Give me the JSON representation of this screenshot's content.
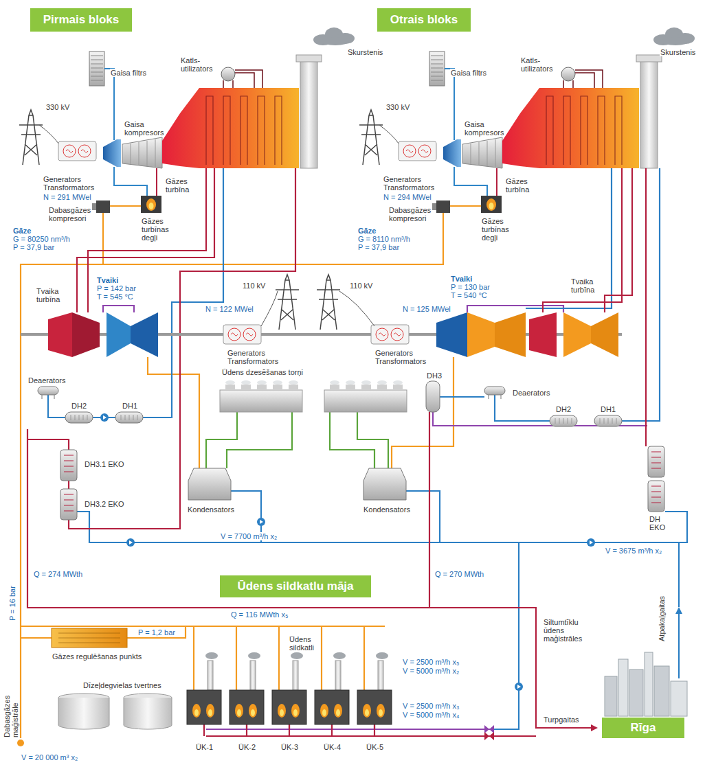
{
  "diagram": {
    "nodes": [
      {
        "text": [
          "Pirmais bloks"
        ]
      },
      {
        "text": [
          "Otrais bloks"
        ]
      },
      {
        "text": [
          "Ūdens sildkatlu māja"
        ]
      },
      {
        "text": [
          "Rīga"
        ]
      }
    ],
    "labels": [
      "Gaisa filtrs",
      "Katls-utilizators",
      "Skurstenis",
      "330 kV",
      "Gaisa kompresors",
      "Generators Transformators",
      "N = 291 MWel",
      "Gāzes turbīna",
      "Dabasgāzes kompresori",
      "Gāzes turbīnas degļi",
      "Gāze",
      "G = 80250 nm³/h",
      "P = 37,9 bar",
      "Tvaiki",
      "P = 142 bar",
      "T = 545 °C",
      "Tvaika turbīna",
      "110 kV",
      "110 kV",
      "N = 122 MWel",
      "N = 125 MWel",
      "Generators Transformators",
      "Generators Transformators",
      "Deaerators",
      "DH2",
      "DH1",
      "Ūdens dzesēšanas torņi",
      "DH3.1 EKO",
      "DH3.2 EKO",
      "Kondensators",
      "Kondensators",
      "V = 7700 m³/h x₂",
      "Q = 274 MWth",
      "Q = 270 MWth",
      "Gaisa filtrs",
      "Katls-utilizators",
      "Skurstenis",
      "330 kV",
      "Gaisa kompresors",
      "Generators Transformators",
      "N = 294 MWel",
      "Gāzes turbīna",
      "Dabasgāzes kompresori",
      "Gāzes turbīnas degļi",
      "Gāze",
      "G = 8110 nm³/h",
      "P = 37,9 bar",
      "Tvaiki",
      "P = 130 bar",
      "T = 540 °C",
      "Tvaika turbīna",
      "Deaerators",
      "DH3",
      "DH2",
      "DH1",
      "DH EKO",
      "V = 3675 m³/h x₂",
      "P = 16 bar",
      "Q = 116 MWth x₅",
      "Gāzes regulēšanas punkts",
      "P = 1,2 bar",
      "Ūdens sildkatli",
      "Dīzeļdegvielas tvertnes",
      "ŪK-1",
      "ŪK-2",
      "ŪK-3",
      "ŪK-4",
      "ŪK-5",
      "V = 2500 m³/h x₅",
      "V = 5000 m³/h x₂",
      "V = 2500 m³/h x₃",
      "V = 5000 m³/h x₄",
      "Siltumtīklu ūdens maģistrāles",
      "Atpakaļgaitas",
      "Turpgaitas",
      "Dabasgāzes maģistrāle",
      "V = 20 000 m³ x₂"
    ]
  }
}
